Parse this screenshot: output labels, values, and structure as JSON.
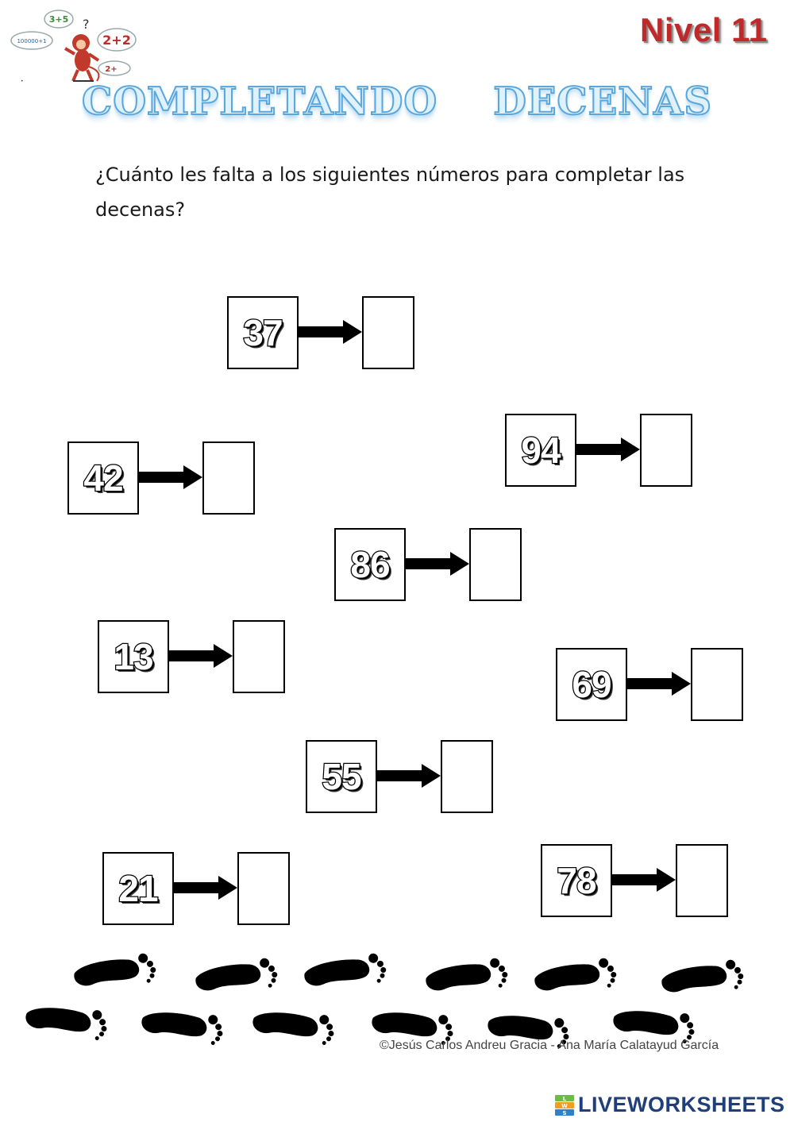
{
  "header": {
    "level_label": "Nivel 11",
    "title_word_1": "COMPLETANDO",
    "title_word_2": "DECENAS",
    "logo_bubbles": [
      "3+5",
      "100000+1",
      "2+2",
      "2+"
    ]
  },
  "instruction": "¿Cuánto les falta a los siguientes números para completar las decenas?",
  "exercises": [
    {
      "number": "37",
      "answer": ""
    },
    {
      "number": "94",
      "answer": ""
    },
    {
      "number": "42",
      "answer": ""
    },
    {
      "number": "86",
      "answer": ""
    },
    {
      "number": "13",
      "answer": ""
    },
    {
      "number": "69",
      "answer": ""
    },
    {
      "number": "55",
      "answer": ""
    },
    {
      "number": "21",
      "answer": ""
    },
    {
      "number": "78",
      "answer": ""
    }
  ],
  "footer": {
    "credit": "©Jesús Carlos Andreu Gracia - Ana María Calatayud García",
    "brand": "LIVEWORKSHEETS",
    "brand_icon_letters": [
      "L",
      "W",
      "S"
    ]
  },
  "colors": {
    "level_red": "#c0282a",
    "title_blue": "#5aa7de",
    "brand_navy": "#1e3f7a",
    "brand_green": "#6dbb45",
    "brand_orange": "#f39c1f",
    "brand_blue": "#2f80c8"
  }
}
